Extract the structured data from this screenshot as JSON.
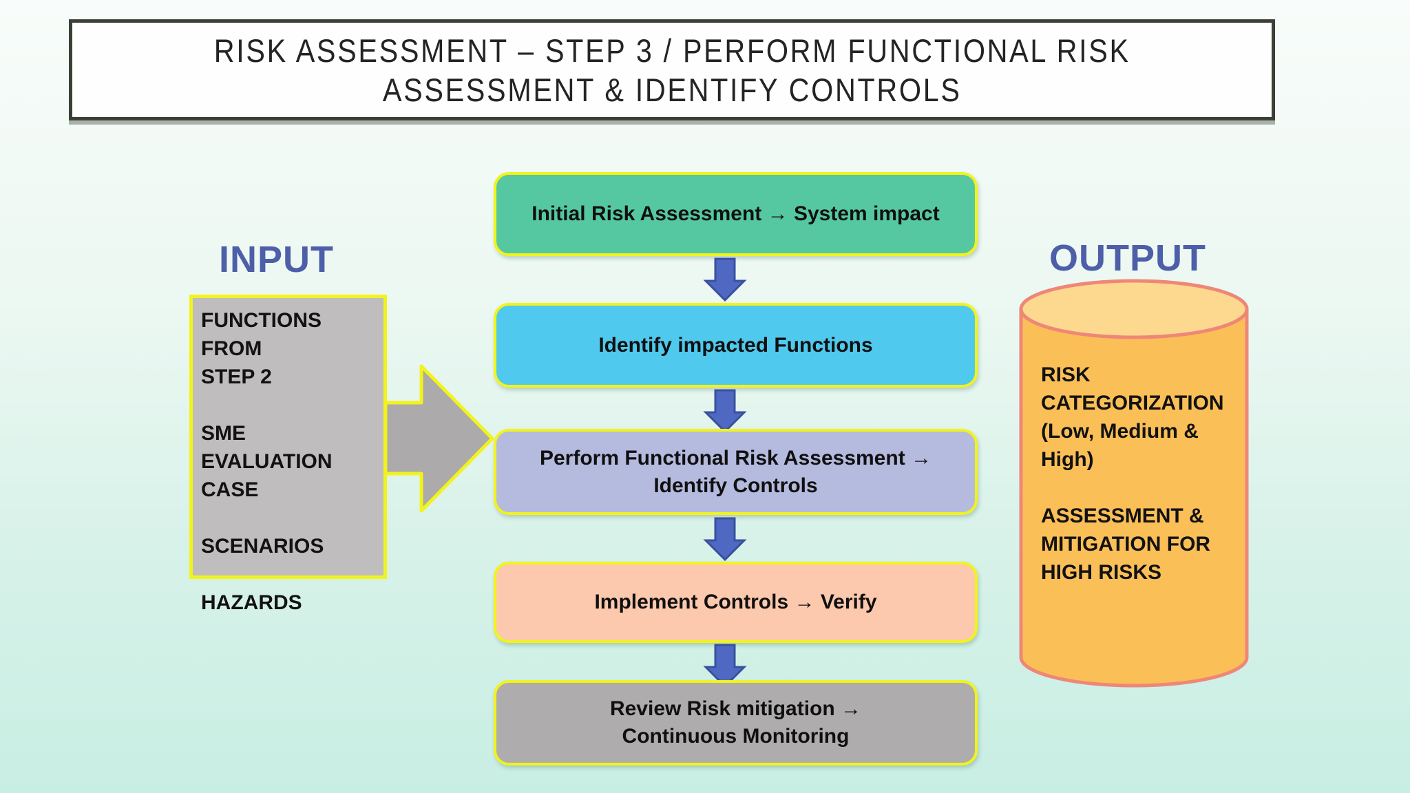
{
  "title": "RISK ASSESSMENT – STEP 3 / PERFORM FUNCTIONAL RISK\nASSESSMENT & IDENTIFY CONTROLS",
  "input": {
    "label": "INPUT",
    "box_text": "FUNCTIONS FROM\nSTEP 2\n\nSME EVALUATION\nCASE\n\nSCENARIOS\n\nHAZARDS"
  },
  "flow": {
    "steps": [
      {
        "label": "Initial Risk Assessment → System impact"
      },
      {
        "label": "Identify impacted Functions"
      },
      {
        "label": "Perform Functional Risk Assessment →\nIdentify Controls"
      },
      {
        "label": "Implement Controls → Verify"
      },
      {
        "label": "Review Risk mitigation →\nContinuous Monitoring"
      }
    ]
  },
  "output": {
    "label": "OUTPUT",
    "cylinder_text": "RISK\nCATEGORIZATION\n(Low, Medium &\nHigh)\n\nASSESSMENT &\nMITIGATION FOR\nHIGH RISKS"
  },
  "colors": {
    "background_top": "#f8fcfa",
    "background_bottom": "#c8eee3",
    "title_border": "#3b4036",
    "side_label_blue": "#4d5fa8",
    "yellow_border": "#f2f31c",
    "input_box_gray": "#bfbdbe",
    "block_arrow_gray": "#acaaab",
    "step_green": "#55c8a1",
    "step_cyan": "#4fc9ee",
    "step_lavender": "#b5badf",
    "step_peach": "#fcc9ae",
    "step_gray": "#aeacad",
    "down_arrow_blue": "#4f68c2",
    "down_arrow_border": "#39509f",
    "cylinder_body_orange": "#fbbf58",
    "cylinder_top_orange": "#fdd98f",
    "cylinder_border_coral": "#ee8777"
  }
}
